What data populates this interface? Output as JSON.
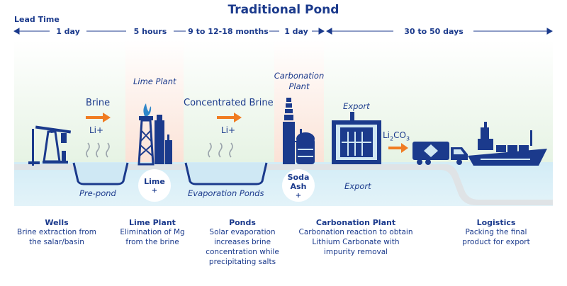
{
  "title": "Traditional Pond",
  "lead_time_label": "Lead Time",
  "timeline": [
    "1 day",
    "5 hours",
    "9 to 12-18 months",
    "1 day",
    "30 to 50 days"
  ],
  "stage_labels": {
    "lime_plant": "Lime Plant",
    "carbonation_plant": "Carbonation Plant",
    "export_top": "Export",
    "brine": "Brine",
    "li_plus_1": "Li+",
    "concentrated_brine": "Concentrated Brine",
    "li_plus_2": "Li+",
    "li2co3": "Li",
    "li2co3_sub": "2",
    "li2co3_tail": "CO",
    "li2co3_sub2": "3",
    "pre_pond": "Pre-pond",
    "evaporation_ponds": "Evaporation Ponds",
    "export_bottom": "Export",
    "lime_bubble": "Lime",
    "soda_ash_bubble": "Soda Ash",
    "plus": "+"
  },
  "captions": [
    {
      "title": "Wells",
      "desc": "Brine extraction from the salar/basin"
    },
    {
      "title": "Lime Plant",
      "desc": "Elimination of Mg from the brine"
    },
    {
      "title": "Ponds",
      "desc": "Solar evaporation increases brine concentration while precipitating salts"
    },
    {
      "title": "Carbonation Plant",
      "desc": "Carbonation reaction to obtain Lithium Carbonate with impurity removal"
    },
    {
      "title": "Logistics",
      "desc": "Packing the final product for export"
    }
  ],
  "colors": {
    "navy": "#1b3a8c",
    "orange": "#f07c22",
    "water": "#d8eef6",
    "ground": "#dfe3e6",
    "green_tint": "#eaf5ea",
    "peach_tint": "#fbe6dc"
  }
}
